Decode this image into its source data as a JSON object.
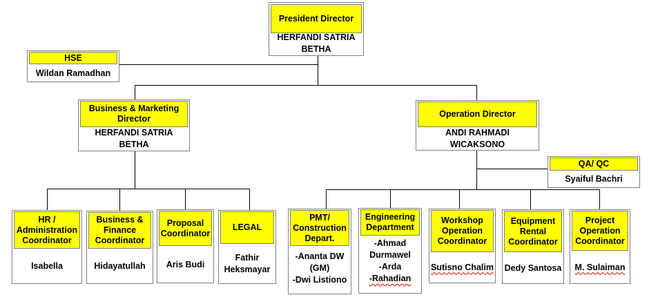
{
  "president": {
    "title": "President Director",
    "name": "HERFANDI SATRIA BETHA"
  },
  "hse": {
    "title": "HSE",
    "name": "Wildan Ramadhan"
  },
  "business_director": {
    "title": "Business & Marketing Director",
    "name": "HERFANDI SATRIA BETHA"
  },
  "operation_director": {
    "title": "Operation Director",
    "name": "ANDI RAHMADI WICAKSONO"
  },
  "qa_qc": {
    "title": "QA/ QC",
    "name": "Syaiful Bachri"
  },
  "hr": {
    "title": "HR / Administration Coordinator",
    "name": "Isabella"
  },
  "biz_finance": {
    "title": "Business & Finance Coordinator",
    "name": "Hidayatullah"
  },
  "proposal": {
    "title": "Proposal Coordinator",
    "name": "Aris Budi"
  },
  "legal": {
    "title": "LEGAL",
    "name": "Fathir Heksmayar"
  },
  "pmt": {
    "title": "PMT/ Construction Depart.",
    "names": [
      "-Ananta DW",
      "(GM)",
      "-Dwi Listiono"
    ]
  },
  "engineering": {
    "title": "Engineering Department",
    "names": [
      "-Ahmad",
      "Durmawel",
      "-Arda",
      "-Rahadian"
    ]
  },
  "workshop": {
    "title": "Workshop Operation Coordinator",
    "name": "Sutisno Chalim"
  },
  "equipment": {
    "title": "Equipment Rental Coordinator",
    "name": "Dedy Santosa"
  },
  "project": {
    "title": "Project Operation Coordinator",
    "name": "M. Sulaiman"
  }
}
